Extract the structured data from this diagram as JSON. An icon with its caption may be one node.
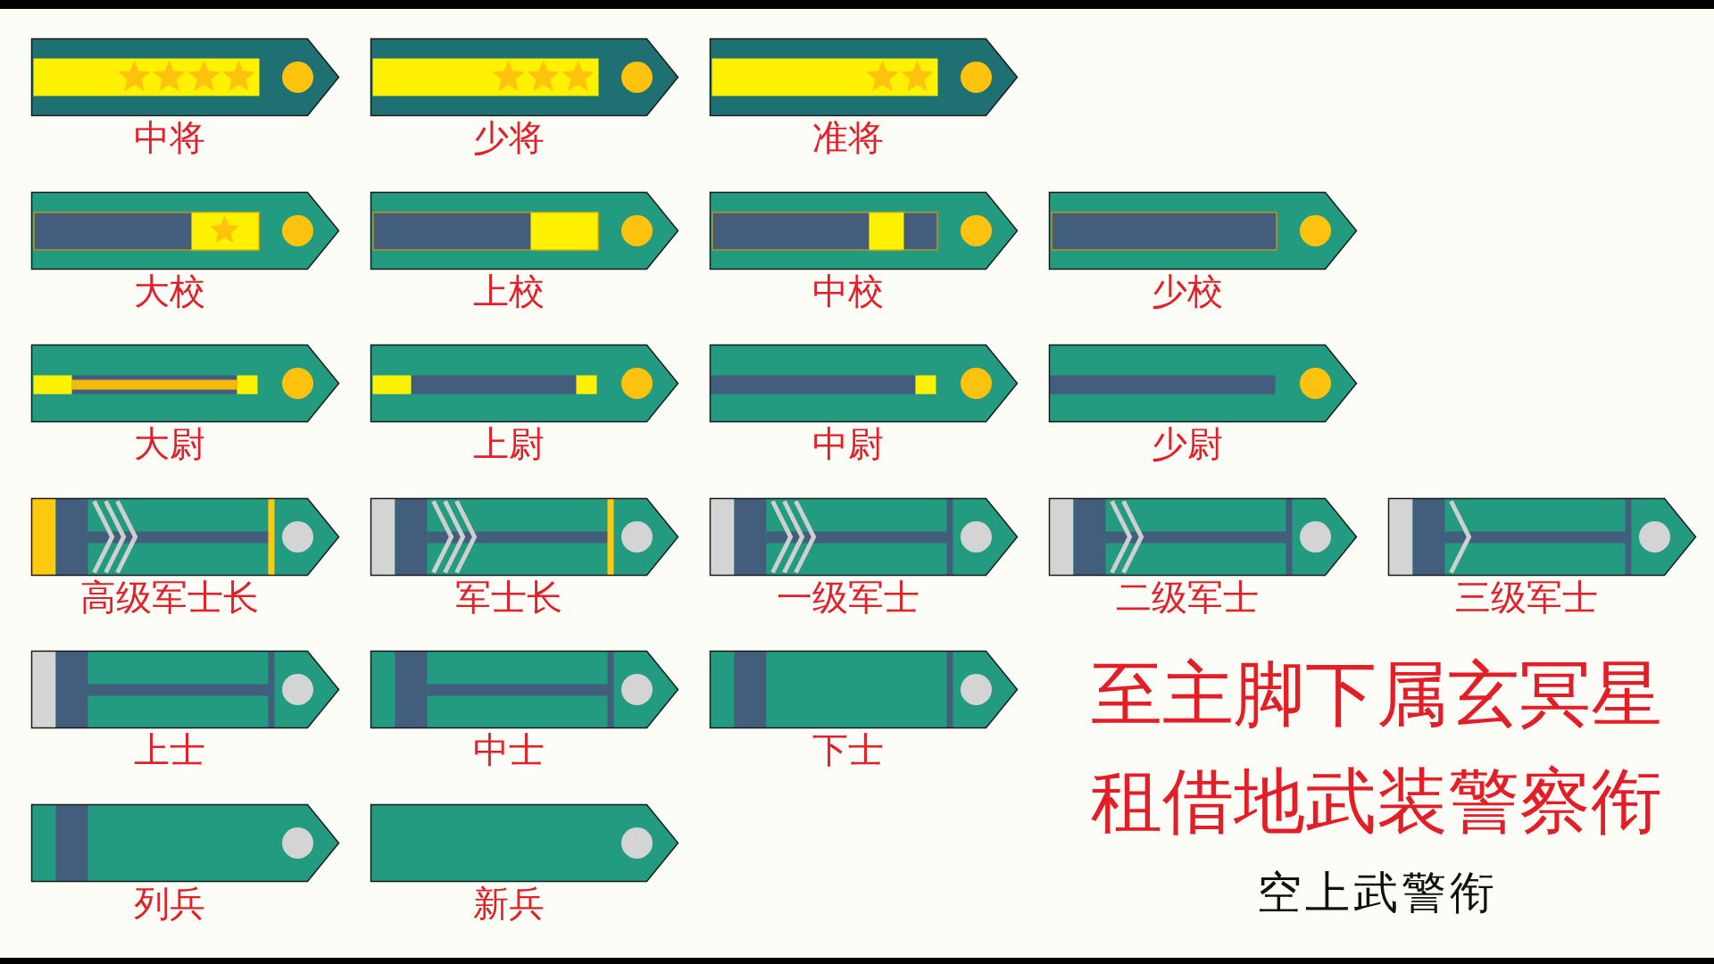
{
  "diagram": {
    "title": "至主脚下属玄冥星租借地武装警察衔",
    "nodes": [
      {
        "text": [],
        "shape": "picture",
        "beside": [
          "中将"
        ]
      },
      {
        "text": [],
        "shape": "picture",
        "beside": [
          "少将"
        ]
      },
      {
        "text": [],
        "shape": "picture",
        "beside": [
          "准将"
        ]
      },
      {
        "text": [],
        "shape": "picture",
        "beside": [
          "大校"
        ]
      },
      {
        "text": [],
        "shape": "picture",
        "beside": [
          "上校"
        ]
      },
      {
        "text": [],
        "shape": "picture",
        "beside": [
          "中校"
        ]
      },
      {
        "text": [],
        "shape": "picture",
        "beside": [
          "少校"
        ]
      },
      {
        "text": [],
        "shape": "picture",
        "beside": [
          "大尉"
        ]
      },
      {
        "text": [],
        "shape": "picture",
        "beside": [
          "上尉"
        ]
      },
      {
        "text": [],
        "shape": "picture",
        "beside": [
          "中尉"
        ]
      },
      {
        "text": [],
        "shape": "picture",
        "beside": [
          "少尉"
        ]
      },
      {
        "text": [],
        "shape": "picture",
        "beside": [
          "高级军士长"
        ]
      },
      {
        "text": [],
        "shape": "picture",
        "beside": [
          "军士长"
        ]
      },
      {
        "text": [],
        "shape": "picture",
        "beside": [
          "一级军士"
        ]
      },
      {
        "text": [],
        "shape": "picture",
        "beside": [
          "二级军士"
        ]
      },
      {
        "text": [],
        "shape": "picture",
        "beside": [
          "三级军士"
        ]
      },
      {
        "text": [],
        "shape": "picture",
        "beside": [
          "上士"
        ]
      },
      {
        "text": [],
        "shape": "picture",
        "beside": [
          "中士"
        ]
      },
      {
        "text": [],
        "shape": "picture",
        "beside": [
          "下士"
        ]
      },
      {
        "text": [],
        "shape": "picture",
        "beside": [
          "列兵"
        ]
      },
      {
        "text": [],
        "shape": "picture",
        "beside": [
          "新兵"
        ]
      }
    ],
    "labels": [
      "空上武警衔"
    ]
  }
}
